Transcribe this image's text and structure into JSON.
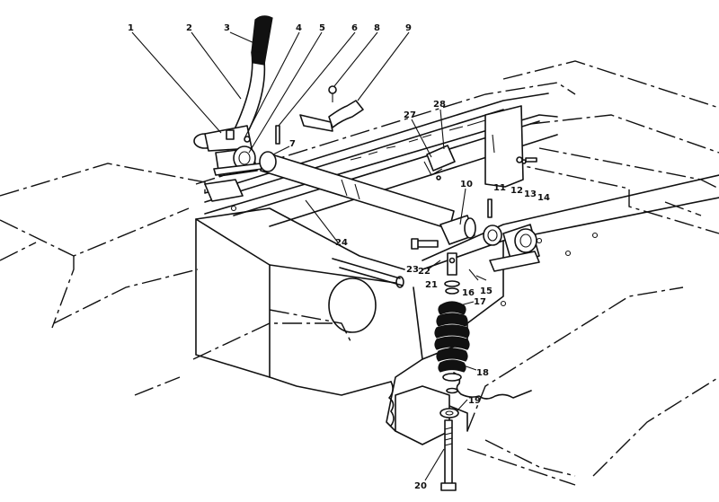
{
  "callouts": [
    {
      "id": "c1",
      "label": "1"
    },
    {
      "id": "c2",
      "label": "2"
    },
    {
      "id": "c3",
      "label": "3"
    },
    {
      "id": "c4",
      "label": "4"
    },
    {
      "id": "c5",
      "label": "5"
    },
    {
      "id": "c6",
      "label": "6"
    },
    {
      "id": "c8",
      "label": "8"
    },
    {
      "id": "c9",
      "label": "9"
    },
    {
      "id": "c7",
      "label": "7"
    },
    {
      "id": "c27",
      "label": "27"
    },
    {
      "id": "c28",
      "label": "28"
    },
    {
      "id": "c10",
      "label": "10"
    },
    {
      "id": "c11",
      "label": "11"
    },
    {
      "id": "c12",
      "label": "12"
    },
    {
      "id": "c13",
      "label": "13"
    },
    {
      "id": "c14",
      "label": "14"
    },
    {
      "id": "c24",
      "label": "24"
    },
    {
      "id": "c23",
      "label": "23"
    },
    {
      "id": "c22",
      "label": "22"
    },
    {
      "id": "c21",
      "label": "21"
    },
    {
      "id": "c16",
      "label": "16"
    },
    {
      "id": "c15",
      "label": "15"
    },
    {
      "id": "c17",
      "label": "17"
    },
    {
      "id": "c18",
      "label": "18"
    },
    {
      "id": "c19",
      "label": "19"
    },
    {
      "id": "c20",
      "label": "20"
    }
  ]
}
